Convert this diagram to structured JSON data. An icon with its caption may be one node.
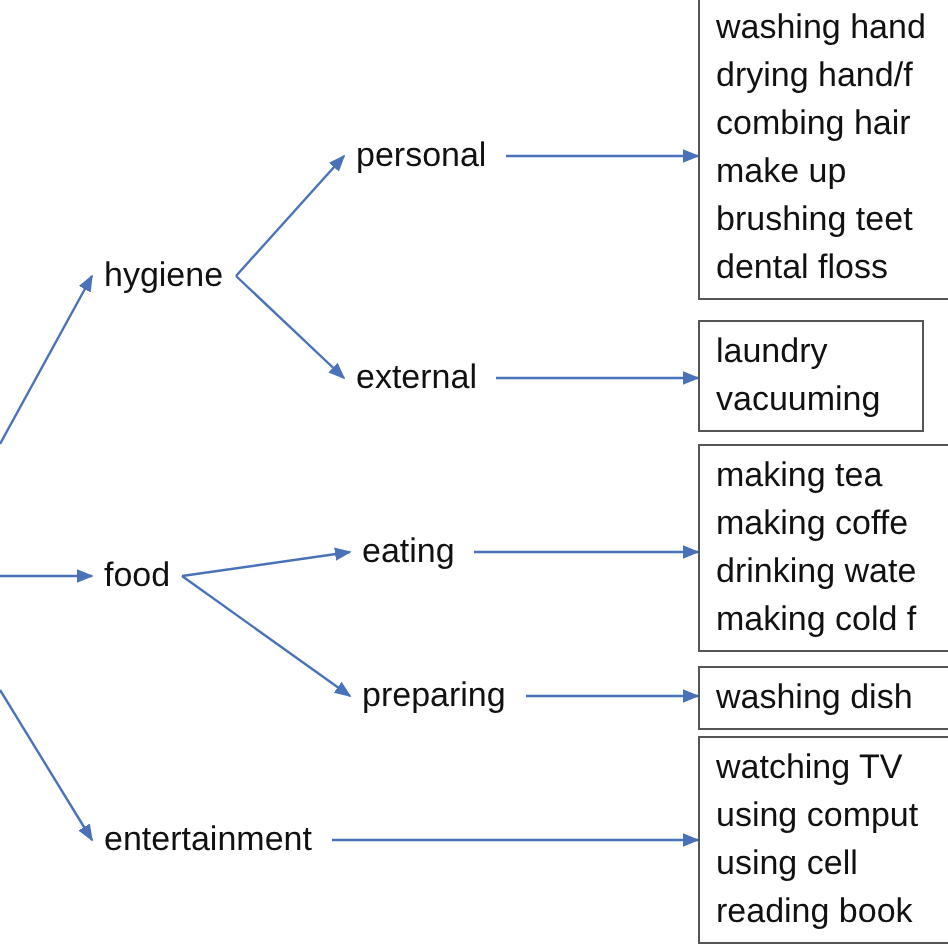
{
  "diagram": {
    "nodes": [
      {
        "text": [
          "hygiene"
        ]
      },
      {
        "text": [
          "personal"
        ]
      },
      {
        "text": [
          "external"
        ]
      },
      {
        "text": [
          "washing hand",
          "drying hand/f",
          "combing hair",
          "make up",
          "brushing teet",
          "dental floss"
        ]
      },
      {
        "text": [
          "laundry",
          "vacuuming"
        ]
      },
      {
        "text": [
          "food"
        ]
      },
      {
        "text": [
          "eating"
        ]
      },
      {
        "text": [
          "preparing"
        ]
      },
      {
        "text": [
          "making tea",
          "making coffe",
          "drinking wate",
          "making cold f"
        ]
      },
      {
        "text": [
          "washing dish"
        ]
      },
      {
        "text": [
          "entertainment"
        ]
      },
      {
        "text": [
          "watching TV",
          "using comput",
          "using cell",
          "reading book"
        ]
      }
    ],
    "edges": [
      {
        "from": null,
        "to": 0,
        "arrow": "to"
      },
      {
        "from": 0,
        "to": 1,
        "arrow": "to"
      },
      {
        "from": 0,
        "to": 2,
        "arrow": "to"
      },
      {
        "from": 1,
        "to": 3,
        "arrow": "to"
      },
      {
        "from": 2,
        "to": 4,
        "arrow": "to"
      },
      {
        "from": null,
        "to": 5,
        "arrow": "to"
      },
      {
        "from": 5,
        "to": 6,
        "arrow": "to"
      },
      {
        "from": 5,
        "to": 7,
        "arrow": "to"
      },
      {
        "from": 6,
        "to": 8,
        "arrow": "to"
      },
      {
        "from": 7,
        "to": 9,
        "arrow": "to"
      },
      {
        "from": null,
        "to": 10,
        "arrow": "to"
      },
      {
        "from": 10,
        "to": 11,
        "arrow": "to"
      }
    ]
  }
}
